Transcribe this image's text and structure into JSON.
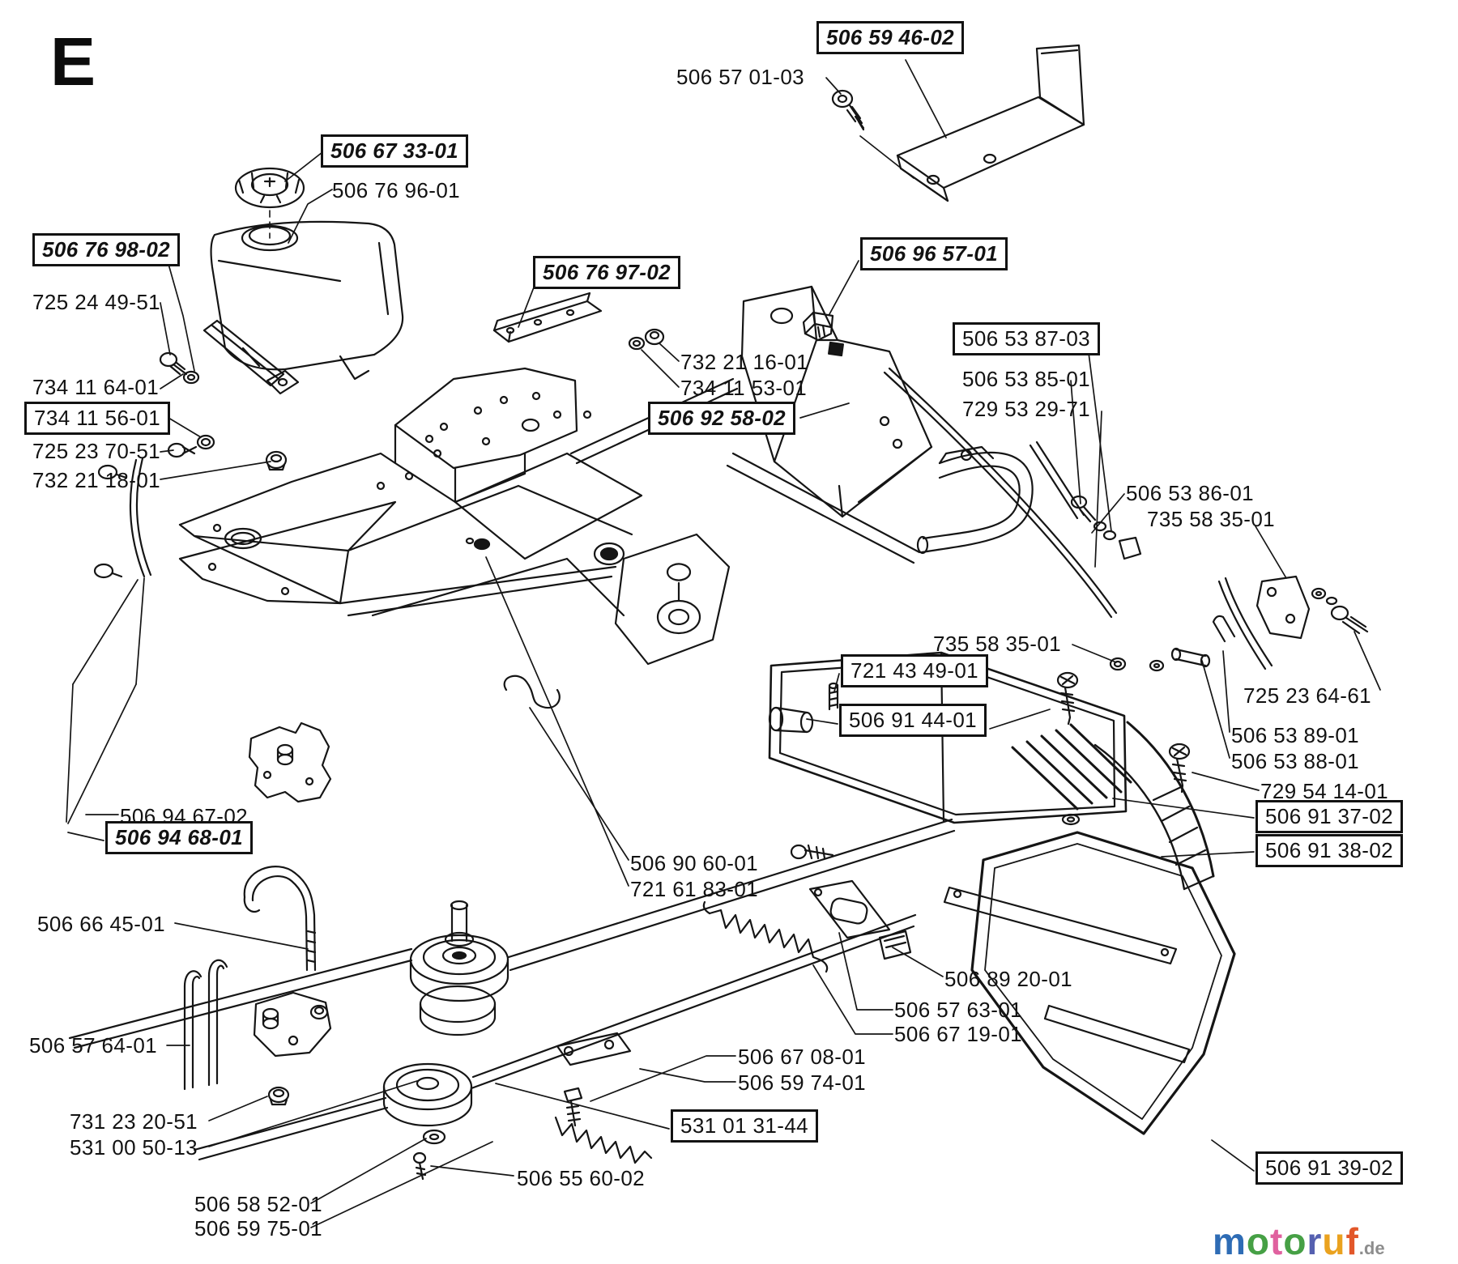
{
  "page": {
    "section_letter": "E"
  },
  "colors": {
    "ink": "#151515",
    "background": "#ffffff"
  },
  "part_labels": [
    {
      "text": "506 59 46-02",
      "boxed": true,
      "bold_italic": true
    },
    {
      "text": "506 57 01-03",
      "boxed": false,
      "bold_italic": false
    },
    {
      "text": "506 67 33-01",
      "boxed": true,
      "bold_italic": true
    },
    {
      "text": "506 76 96-01",
      "boxed": false,
      "bold_italic": false
    },
    {
      "text": "506 76 98-02",
      "boxed": true,
      "bold_italic": true
    },
    {
      "text": "725 24 49-51",
      "boxed": false,
      "bold_italic": false
    },
    {
      "text": "734 11 64-01",
      "boxed": false,
      "bold_italic": false
    },
    {
      "text": "734 11 56-01",
      "boxed": true,
      "bold_italic": false
    },
    {
      "text": "725 23 70-51",
      "boxed": false,
      "bold_italic": false
    },
    {
      "text": "732 21 18-01",
      "boxed": false,
      "bold_italic": false
    },
    {
      "text": "506 76 97-02",
      "boxed": true,
      "bold_italic": true
    },
    {
      "text": "732 21 16-01",
      "boxed": false,
      "bold_italic": false
    },
    {
      "text": "734 11 53-01",
      "boxed": false,
      "bold_italic": false
    },
    {
      "text": "506 96 57-01",
      "boxed": true,
      "bold_italic": true
    },
    {
      "text": "506 92 58-02",
      "boxed": true,
      "bold_italic": true
    },
    {
      "text": "506 53 87-03",
      "boxed": true,
      "bold_italic": false
    },
    {
      "text": "506 53 85-01",
      "boxed": false,
      "bold_italic": false
    },
    {
      "text": "729 53 29-71",
      "boxed": false,
      "bold_italic": false
    },
    {
      "text": "506 53 86-01",
      "boxed": false,
      "bold_italic": false
    },
    {
      "text": "735 58 35-01",
      "boxed": false,
      "bold_italic": false
    },
    {
      "text": "735 58 35-01",
      "boxed": false,
      "bold_italic": false
    },
    {
      "text": "721 43 49-01",
      "boxed": true,
      "bold_italic": false
    },
    {
      "text": "506 91 44-01",
      "boxed": true,
      "bold_italic": false
    },
    {
      "text": "725 23 64-61",
      "boxed": false,
      "bold_italic": false
    },
    {
      "text": "506 53 89-01",
      "boxed": false,
      "bold_italic": false
    },
    {
      "text": "506 53 88-01",
      "boxed": false,
      "bold_italic": false
    },
    {
      "text": "729 54 14-01",
      "boxed": false,
      "bold_italic": false
    },
    {
      "text": "506 91 37-02",
      "boxed": true,
      "bold_italic": false
    },
    {
      "text": "506 91 38-02",
      "boxed": true,
      "bold_italic": false
    },
    {
      "text": "506 94 67-02",
      "boxed": false,
      "bold_italic": false
    },
    {
      "text": "506 94 68-01",
      "boxed": true,
      "bold_italic": true
    },
    {
      "text": "506 66 45-01",
      "boxed": false,
      "bold_italic": false
    },
    {
      "text": "506 57 64-01",
      "boxed": false,
      "bold_italic": false
    },
    {
      "text": "506 90 60-01",
      "boxed": false,
      "bold_italic": false
    },
    {
      "text": "721 61 83-01",
      "boxed": false,
      "bold_italic": false
    },
    {
      "text": "506 89 20-01",
      "boxed": false,
      "bold_italic": false
    },
    {
      "text": "506 57 63-01",
      "boxed": false,
      "bold_italic": false
    },
    {
      "text": "506 67 19-01",
      "boxed": false,
      "bold_italic": false
    },
    {
      "text": "506 67 08-01",
      "boxed": false,
      "bold_italic": false
    },
    {
      "text": "506 59 74-01",
      "boxed": false,
      "bold_italic": false
    },
    {
      "text": "531 01 31-44",
      "boxed": true,
      "bold_italic": false
    },
    {
      "text": "731 23 20-51",
      "boxed": false,
      "bold_italic": false
    },
    {
      "text": "531 00 50-13",
      "boxed": false,
      "bold_italic": false
    },
    {
      "text": "506 58 52-01",
      "boxed": false,
      "bold_italic": false
    },
    {
      "text": "506 59 75-01",
      "boxed": false,
      "bold_italic": false
    },
    {
      "text": "506 55 60-02",
      "boxed": false,
      "bold_italic": false
    },
    {
      "text": "506 91 39-02",
      "boxed": true,
      "bold_italic": false
    }
  ],
  "logo": {
    "letters": [
      {
        "char": "m",
        "color": "#2e6cb5"
      },
      {
        "char": "o",
        "color": "#46a045"
      },
      {
        "char": "t",
        "color": "#e0619f"
      },
      {
        "char": "o",
        "color": "#46a045"
      },
      {
        "char": "r",
        "color": "#5560b0"
      },
      {
        "char": "u",
        "color": "#eaa21f"
      },
      {
        "char": "f",
        "color": "#e2572a"
      }
    ],
    "suffix": ".de",
    "suffix_color": "#8d8d8d"
  }
}
